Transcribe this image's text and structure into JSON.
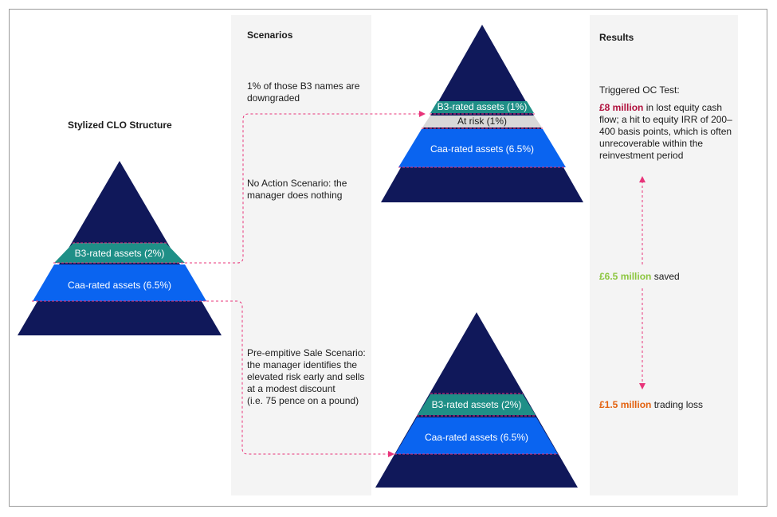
{
  "structure_title": "Stylized CLO Structure",
  "scenarios": {
    "header": "Scenarios",
    "downgrade": "1% of those B3 names are downgraded",
    "no_action": "No Action Scenario: the manager does nothing",
    "preemptive": "Pre-empitive Sale Scenario: the manager identifies the elevated risk early and sells at a modest discount",
    "preemptive_note": "(i.e. 75 pence on a pound)"
  },
  "results": {
    "header": "Results",
    "triggered": "Triggered OC Test:",
    "loss_amount": "£8 million",
    "loss_text": " in lost equity cash flow; a hit to equity IRR of 200–400 basis points, which is often unrecoverable within the reinvestment period",
    "saved_amount": "£6.5 million",
    "saved_text": " saved",
    "trading_amount": "£1.5 million",
    "trading_text": " trading loss"
  },
  "pyramids": {
    "left": {
      "b3": "B3-rated assets (2%)",
      "caa": "Caa-rated assets (6.5%)"
    },
    "top": {
      "b3": "B3-rated assets (1%)",
      "risk": "At risk (1%)",
      "caa": "Caa-rated assets (6.5%)"
    },
    "bottom": {
      "b3": "B3-rated assets (2%)",
      "caa": "Caa-rated assets (6.5%)"
    }
  },
  "colors": {
    "navy": "#10185a",
    "teal": "#1f8f87",
    "blue": "#0a64f0",
    "grey": "#d8d8d8",
    "pink": "#e8347a",
    "panel": "#f4f4f4"
  }
}
